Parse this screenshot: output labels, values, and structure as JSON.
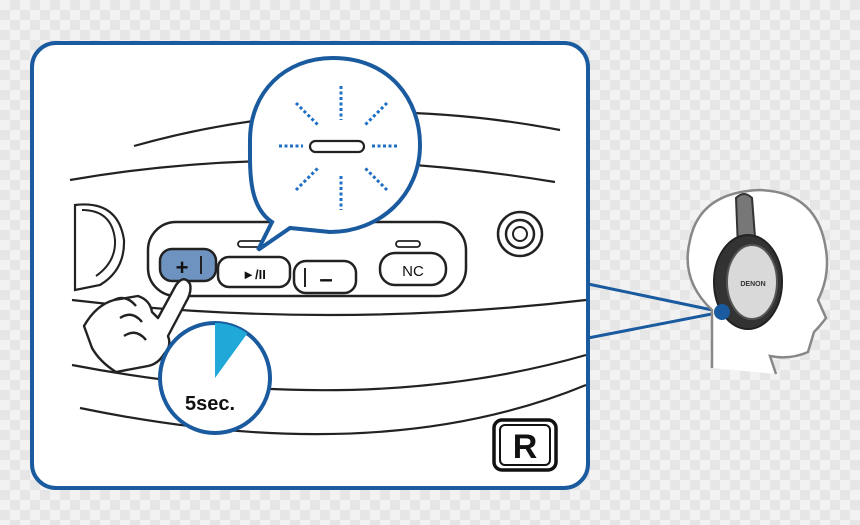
{
  "buttons": {
    "plus": "+",
    "play_pause": "►/II",
    "minus": "–",
    "nc": "NC"
  },
  "timer": {
    "label": "5sec.",
    "progress_fraction": 0.1
  },
  "side_badge": "R",
  "headphone_brand": "DENON",
  "colors": {
    "accent_blue": "#1a5a9e",
    "led_blue": "#1f6fc4",
    "timer_fill": "#1fa8d8",
    "highlight_button": "#6f93c0"
  }
}
